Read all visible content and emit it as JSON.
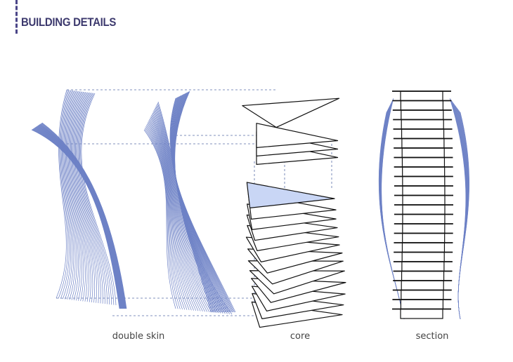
{
  "header": {
    "title": "BUILDING DETAILS"
  },
  "labels": {
    "double_skin": "double skin",
    "core": "core",
    "section": "section"
  },
  "colors": {
    "title": "#3d3a6e",
    "skin_lines": "#6e82c6",
    "dashes": "#5a6fa8",
    "core_fill": "#c9d6f5"
  }
}
